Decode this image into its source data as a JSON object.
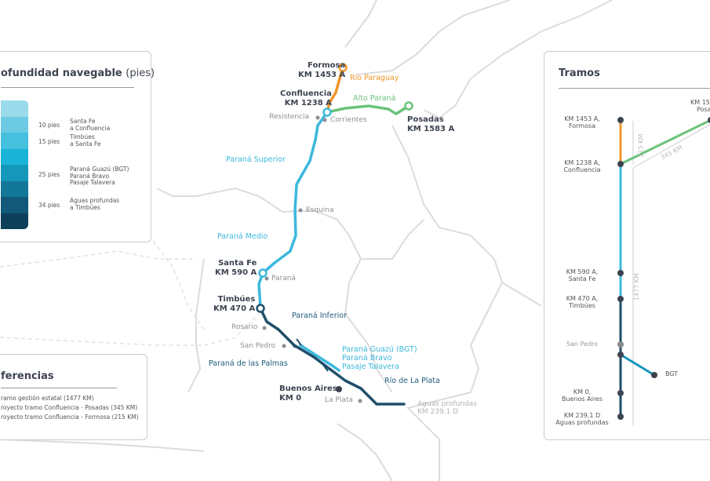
{
  "depth_legend": {
    "title_bold": "ofundidad navegable",
    "title_light": "(pies)",
    "swatches": [
      "#9adbeb",
      "#6ccbe3",
      "#45c0de",
      "#1ab4d8",
      "#1597b9",
      "#137898",
      "#115879",
      "#0d3f5a"
    ],
    "rows": [
      {
        "depth": "10 pies",
        "desc": [
          "Santa Fe",
          "a Confluencia"
        ]
      },
      {
        "depth": "15 pies",
        "desc": [
          "Timbúes",
          "a Santa Fe"
        ]
      },
      {
        "depth": "25 pies",
        "desc": [
          "Paraná Guazú (BGT)",
          "Paraná Bravo",
          "Pasaje Talavera"
        ]
      },
      {
        "depth": "34 pies",
        "desc": [
          "Aguas profundas",
          "a Timbúes"
        ]
      }
    ]
  },
  "references": {
    "title": "ferencias",
    "items": [
      "ramo gestión estatal (1477 KM)",
      "royecto tramo Confluencia - Posadas (345 KM)",
      "royecto tramo Confluencia - Formosa (215 KM)"
    ]
  },
  "map": {
    "ports": {
      "formosa": [
        "Formosa",
        "KM 1453 A"
      ],
      "confluencia": [
        "Confluencia",
        "KM 1238 A"
      ],
      "posadas": [
        "Posadas",
        "KM 1583 A"
      ],
      "santafe": [
        "Santa Fe",
        "KM 590 A"
      ],
      "timbues": [
        "Timbúes",
        "KM 470 A"
      ],
      "buenosaires": [
        "Buenos Aires",
        "KM 0"
      ],
      "aguas": [
        "Aguas profundas",
        "KM 239,1 D"
      ]
    },
    "cities": [
      "Resistencia",
      "Corrientes",
      "Esquina",
      "Paraná",
      "Rosario",
      "San Pedro",
      "La Plata"
    ],
    "rivers": {
      "paraguay": "Río Paraguay",
      "alto": "Alto Paraná",
      "superior": "Paraná Superior",
      "medio": "Paraná Medio",
      "inferior": "Paraná Inferior",
      "palmas": "Paraná de las Palmas",
      "guazu": [
        "Paraná Guazú (BGT)",
        "Paraná Bravo",
        "Pasaje Talavera"
      ],
      "plata": "Río de La Plata"
    },
    "colors": {
      "orange": "#f0962a",
      "green": "#6cc27a",
      "cyan": "#3cb8dc",
      "dark": "#1f4f6b",
      "node": "#3d4450"
    }
  },
  "tramos": {
    "title": "Tramos",
    "nodes": [
      [
        "KM 1453 A,",
        "Formosa"
      ],
      [
        "KM 1238 A,",
        "Confluencia"
      ],
      [
        "KM 590 A,",
        "Santa Fe"
      ],
      [
        "KM 470 A,",
        "Timbúes"
      ],
      [
        "San Pedro"
      ],
      [
        "KM 0,",
        "Buenos Aires"
      ],
      [
        "KM 239,1 D",
        "Aguas profundas"
      ]
    ],
    "posadas": [
      "KM 15",
      "Posa"
    ],
    "bgt": "BGT",
    "dist": {
      "a": "215 KM",
      "b": "345 KM",
      "c": "1477 KM"
    }
  }
}
